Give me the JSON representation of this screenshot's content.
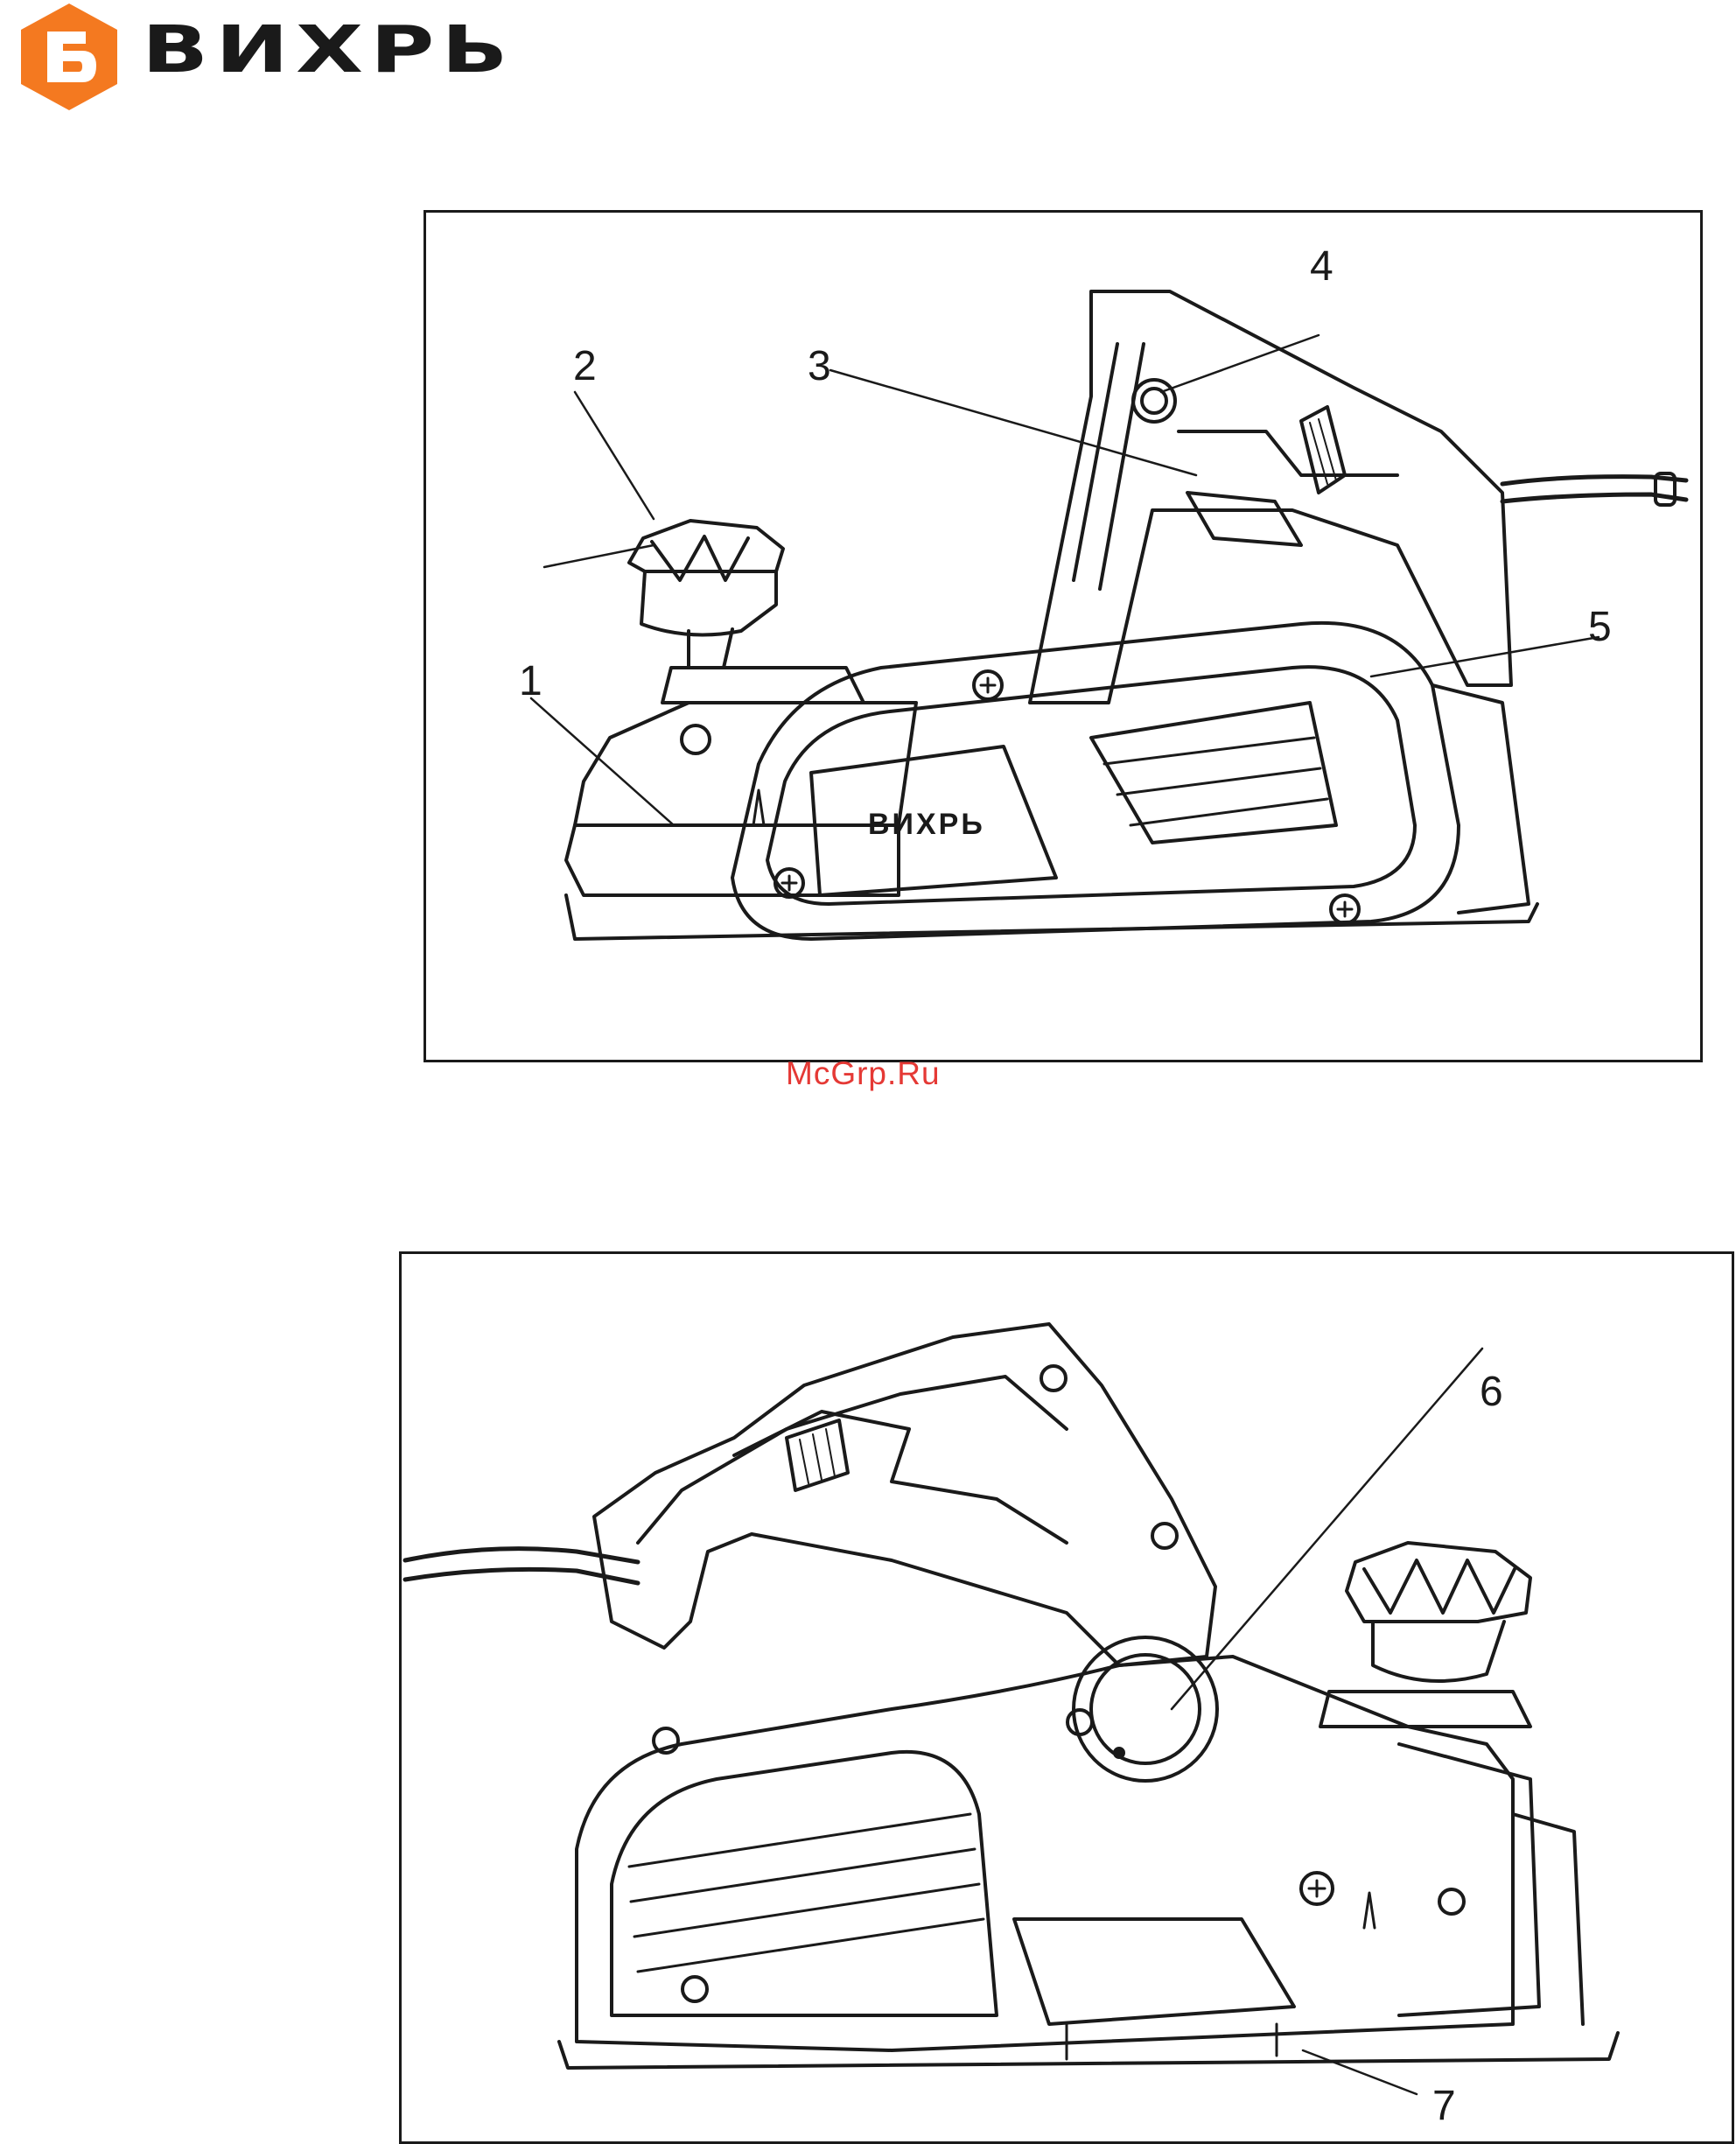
{
  "header": {
    "logo_icon": "shield-hexagon-b-icon",
    "brand_name": "ВИХРЬ",
    "brand_color": "#f47920"
  },
  "figure_top": {
    "callouts": [
      "1",
      "2",
      "3",
      "4",
      "5"
    ],
    "body_logo": "ВИХРЬ"
  },
  "watermark": {
    "text": "McGrp.Ru",
    "color": "#e53935"
  },
  "figure_bottom": {
    "callouts": [
      "6",
      "7"
    ]
  }
}
